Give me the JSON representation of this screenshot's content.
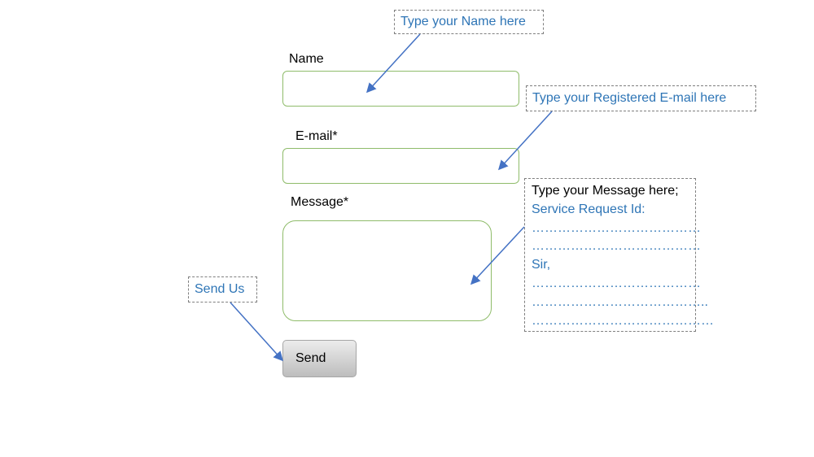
{
  "form": {
    "name_label": "Name",
    "email_label": "E-mail*",
    "message_label": "Message*",
    "send_label": "Send"
  },
  "callouts": {
    "name": "Type your Name here",
    "email": "Type your Registered E-mail here",
    "send": "Send Us",
    "message": {
      "intro": "Type your Message here;",
      "service_request": "Service Request Id:",
      "dots1": "…………………………………",
      "dots2": "…………………………………",
      "salutation": "Sir,",
      "dots3": "…………………………………",
      "dots4": "…………………………………..",
      "dots5": "……………………………………"
    }
  },
  "colors": {
    "field_border": "#8fbc6a",
    "callout_text": "#2e75b6",
    "arrow": "#4472c4"
  }
}
